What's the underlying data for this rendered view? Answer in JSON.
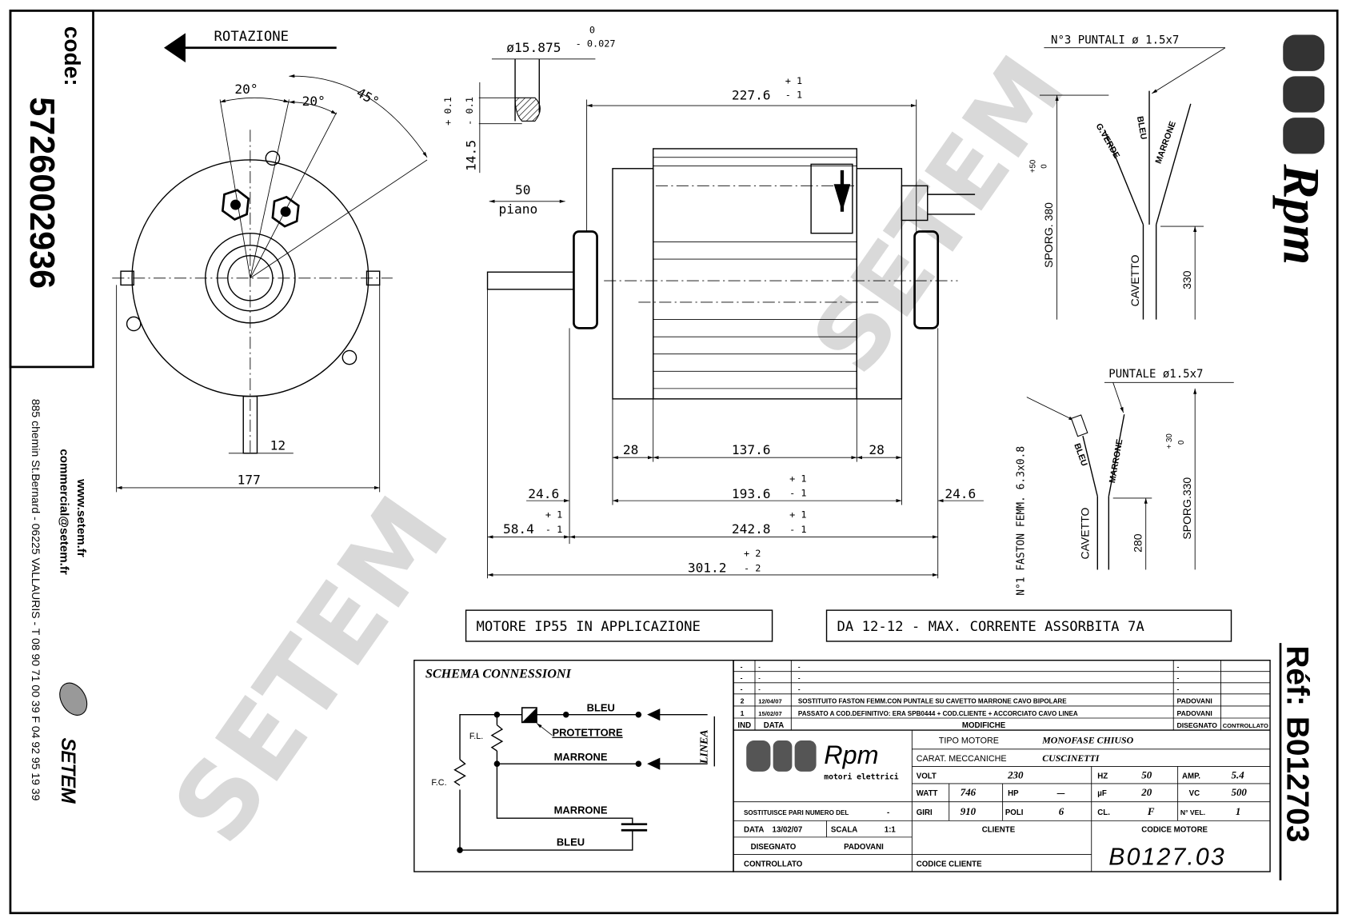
{
  "sidebar_left": {
    "code_label": "code:",
    "code_value": "5726002936",
    "website": "www.setem.fr",
    "email": "commercial@setem.fr",
    "address": "885 chemin St.Bernard - 06225 VALLAURIS - T 08 90 71 00 39  F 04 92 95 19 39",
    "brand": "SETEM"
  },
  "sidebar_right": {
    "logo_text": "Rpm",
    "ref_label": "Réf:",
    "ref_value": "B012703"
  },
  "watermark": "SETEM",
  "end_view": {
    "rotation_label": "ROTAZIONE",
    "angle_1": "20°",
    "angle_2": "20°",
    "angle_3": "45°",
    "dim_width": "177",
    "dim_tab": "12"
  },
  "shaft_detail": {
    "diameter": "ø15.875",
    "diameter_tol_upper": "0",
    "diameter_tol_lower": "- 0.027",
    "flat": "14.5",
    "flat_tol_upper": "+ 0.1",
    "flat_tol_lower": "- 0.1",
    "flat_length": "50",
    "flat_label": "piano"
  },
  "side_view": {
    "overall_body": {
      "value": "227.6",
      "tol_upper": "+ 1",
      "tol_lower": "- 1"
    },
    "left_cap": "28",
    "body": "137.6",
    "right_cap": "28",
    "between_housings": {
      "value": "193.6",
      "tol_upper": "+ 1",
      "tol_lower": "- 1"
    },
    "left_flange": "24.6",
    "right_flange": "24.6",
    "between_flanges": {
      "value": "242.8",
      "tol_upper": "+ 1",
      "tol_lower": "- 1"
    },
    "shaft_ext": {
      "value": "58.4",
      "tol_upper": "+ 1",
      "tol_lower": "- 1"
    },
    "overall": {
      "value": "301.2",
      "tol_upper": "+ 2",
      "tol_lower": "- 2"
    }
  },
  "cable_top": {
    "title": "N°3 PUNTALI ø 1.5x7",
    "wires": [
      "G.VERDE",
      "BLEU",
      "MARRONE"
    ],
    "cable_label": "CAVETTO",
    "length": "330",
    "sporg": "SPORG. 380",
    "sporg_tol_upper": "+50",
    "sporg_tol_lower": "0"
  },
  "cable_bottom": {
    "title": "PUNTALE ø1.5x7",
    "faston": "N°1 FASTON FEMM. 6.3x0.8",
    "wires": [
      "BLEU",
      "MARRONE"
    ],
    "cable_label": "CAVETTO",
    "length": "280",
    "sporg": "SPORG.330",
    "sporg_tol_upper": "+ 30",
    "sporg_tol_lower": "0"
  },
  "notes": {
    "note_1": "MOTORE  IP55 IN APPLICAZIONE",
    "note_2": "DA 12-12 - MAX. CORRENTE ASSORBITA 7A"
  },
  "schematic": {
    "title": "SCHEMA CONNESSIONI",
    "wire_1": "BLEU",
    "protector": "PROTETTORE",
    "wire_2": "MARRONE",
    "wire_3": "MARRONE",
    "wire_4": "BLEU",
    "winding_run": "F.L.",
    "winding_start": "F.C.",
    "line": "LINEA"
  },
  "title_block": {
    "revisions": [
      {
        "ind": "-",
        "date": "-",
        "change": "-",
        "drawn": "-",
        "checked": ""
      },
      {
        "ind": "-",
        "date": "-",
        "change": "-",
        "drawn": "-",
        "checked": ""
      },
      {
        "ind": "-",
        "date": "-",
        "change": "-",
        "drawn": "-",
        "checked": ""
      },
      {
        "ind": "2",
        "date": "12/04/07",
        "change": "SOSTITUITO FASTON FEMM.CON PUNTALE SU CAVETTO MARRONE CAVO BIPOLARE",
        "drawn": "PADOVANI",
        "checked": ""
      },
      {
        "ind": "1",
        "date": "15/02/07",
        "change": "PASSATO A COD.DEFINITIVO: ERA SPB0444 + COD.CLIENTE + ACCORCIATO CAVO LINEA",
        "drawn": "PADOVANI",
        "checked": ""
      }
    ],
    "headers": {
      "ind": "IND",
      "date": "DATA",
      "change": "MODIFICHE",
      "drawn": "DISEGNATO",
      "checked": "CONTROLLATO"
    },
    "logo": {
      "name": "Rpm",
      "subtitle": "motori elettrici"
    },
    "motor_type_label": "TIPO MOTORE",
    "motor_type": "MONOFASE CHIUSO",
    "mech_label": "CARAT. MECCANICHE",
    "mech": "CUSCINETTI",
    "volt_label": "VOLT",
    "volt": "230",
    "hz_label": "HZ",
    "hz": "50",
    "amp_label": "AMP.",
    "amp": "5.4",
    "watt_label": "WATT",
    "watt": "746",
    "hp_label": "HP",
    "hp": "—",
    "uf_label": "µF",
    "uf": "20",
    "vc_label": "VC",
    "vc": "500",
    "rpm_label": "GIRI",
    "rpm": "910",
    "poles_label": "POLI",
    "poles": "6",
    "class_label": "CL.",
    "class": "F",
    "speeds_label": "N° VEL.",
    "speeds": "1",
    "replaces_label": "SOSTITUISCE PARI NUMERO DEL",
    "replaces": "-",
    "date_label": "DATA",
    "date": "13/02/07",
    "scale_label": "SCALA",
    "scale": "1:1",
    "drawn_label": "DISEGNATO",
    "drawn": "PADOVANI",
    "checked_label": "CONTROLLATO",
    "client_label": "CLIENTE",
    "client_code_label": "CODICE CLIENTE",
    "motor_code_label": "CODICE MOTORE",
    "motor_code": "B0127.03"
  }
}
